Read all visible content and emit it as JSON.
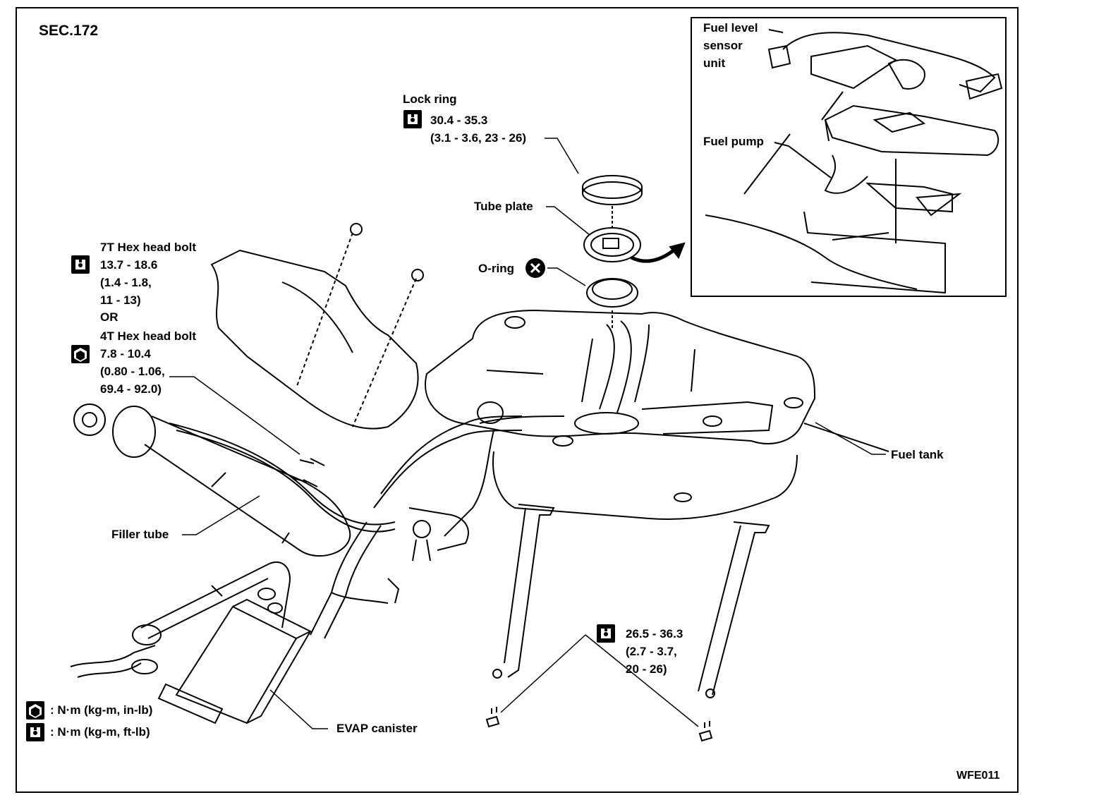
{
  "section": "SEC.172",
  "figure_code": "WFE011",
  "labels": {
    "fuel_level_sensor": [
      "Fuel level",
      "sensor",
      "unit"
    ],
    "fuel_pump": "Fuel pump",
    "lock_ring": "Lock ring",
    "lock_ring_torque": [
      "30.4 - 35.3",
      "(3.1 - 3.6, 23 - 26)"
    ],
    "tube_plate": "Tube plate",
    "o_ring": "O-ring",
    "hex7t": [
      "7T Hex head bolt",
      "13.7 - 18.6",
      "(1.4 - 1.8,",
      "11 - 13)",
      "OR"
    ],
    "hex4t": [
      "4T Hex head bolt",
      "7.8 - 10.4",
      "(0.80 - 1.06,",
      "69.4 - 92.0)"
    ],
    "fuel_tank": "Fuel tank",
    "filler_tube": "Filler tube",
    "evap_canister": "EVAP canister",
    "strap_torque": [
      "26.5 - 36.3",
      "(2.7 - 3.7,",
      "20 - 26)"
    ]
  },
  "legend": [
    {
      "icon": "torque-in-lb-icon",
      "text": ": N·m (kg-m, in-lb)"
    },
    {
      "icon": "torque-ft-lb-icon",
      "text": ": N·m (kg-m, ft-lb)"
    }
  ],
  "icons": {
    "torque_ft_lb": "torque-ft-lb-icon",
    "torque_in_lb": "torque-in-lb-icon",
    "always_replace": "x-circle-icon"
  },
  "colors": {
    "ink": "#000000",
    "paper": "#ffffff"
  }
}
